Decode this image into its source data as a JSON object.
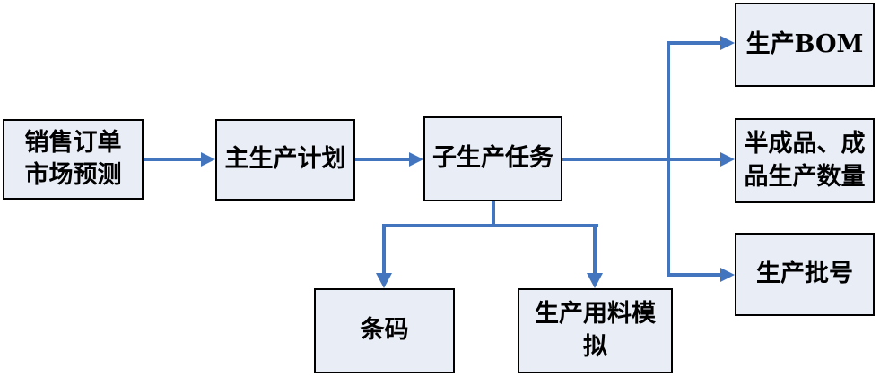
{
  "diagram": {
    "type": "flowchart",
    "boxes": {
      "sales_forecast": {
        "label": "销售订单\n市场预测"
      },
      "master_plan": {
        "label": "主生产计划"
      },
      "sub_task": {
        "label": "子生产任务"
      },
      "bom": {
        "label": "生产BOM"
      },
      "quantity": {
        "label": "半成品、成\n品生产数量"
      },
      "batch_number": {
        "label": "生产批号"
      },
      "barcode": {
        "label": "条码"
      },
      "material_sim": {
        "label": "生产用料模拟"
      }
    },
    "connectors": [
      {
        "from": "sales_forecast",
        "to": "master_plan",
        "style": "arrow-right"
      },
      {
        "from": "master_plan",
        "to": "sub_task",
        "style": "arrow-right"
      },
      {
        "from": "sub_task",
        "to": "bom",
        "style": "arrow-right-elbow-up"
      },
      {
        "from": "sub_task",
        "to": "quantity",
        "style": "arrow-right"
      },
      {
        "from": "sub_task",
        "to": "batch_number",
        "style": "arrow-right-elbow-down"
      },
      {
        "from": "sub_task",
        "to": "barcode",
        "style": "arrow-down-elbow-left"
      },
      {
        "from": "sub_task",
        "to": "material_sim",
        "style": "arrow-down-elbow-right"
      }
    ],
    "colors": {
      "box_fill": "#e8edf6",
      "box_border": "#000000",
      "connector": "#4275bd",
      "text": "#000000",
      "background": "#ffffff"
    }
  }
}
